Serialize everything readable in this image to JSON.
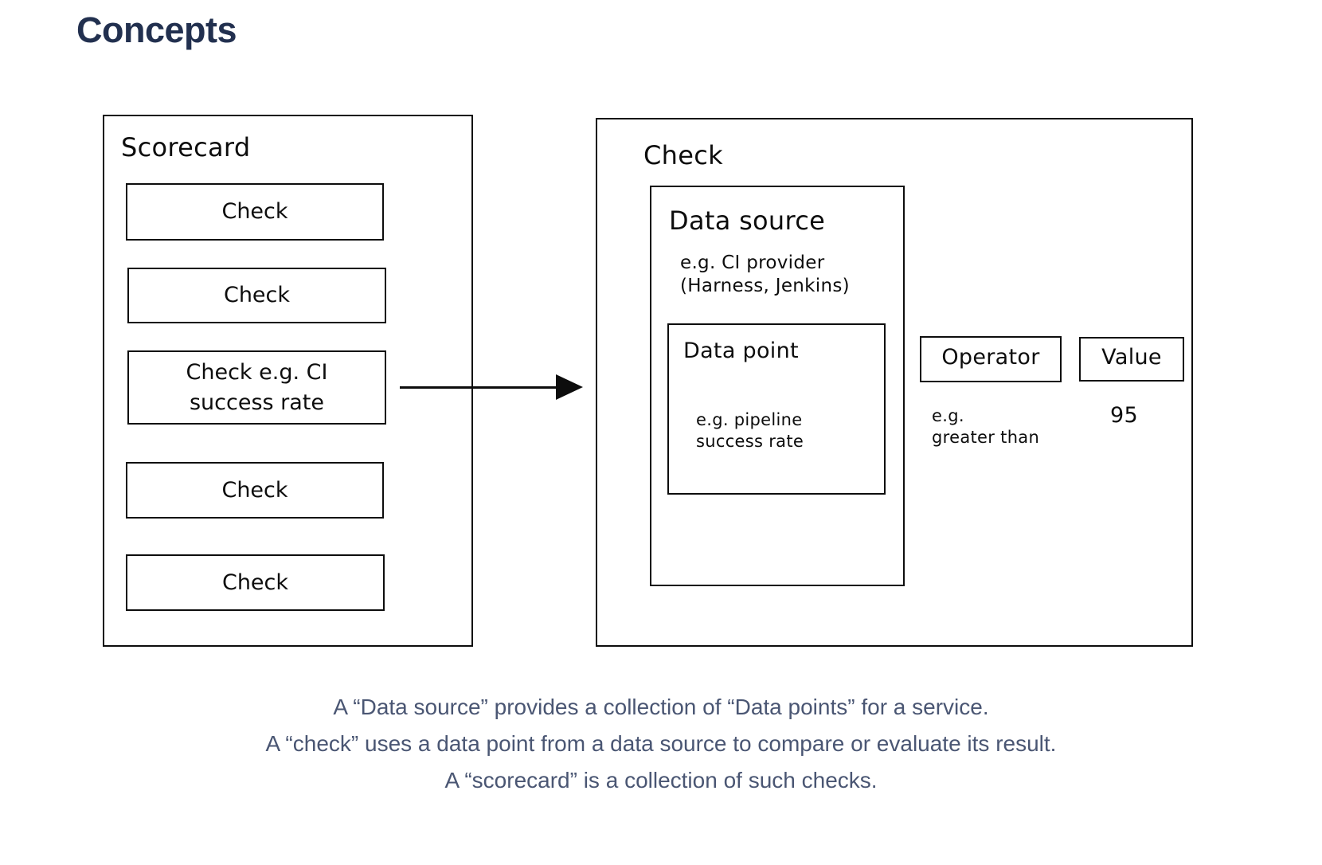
{
  "page": {
    "title": "Concepts",
    "title_color": "#22304f",
    "caption_color": "#4a5673",
    "stroke_color": "#0d0d0d",
    "background": "#ffffff"
  },
  "scorecard": {
    "title": "Scorecard",
    "checks": [
      {
        "label": "Check"
      },
      {
        "label": "Check"
      },
      {
        "label": "Check e.g. CI\nsuccess rate"
      },
      {
        "label": "Check"
      },
      {
        "label": "Check"
      }
    ]
  },
  "arrow": {
    "name": "scorecard-to-check-arrow"
  },
  "check": {
    "title": "Check",
    "data_source": {
      "title": "Data source",
      "note": "e.g. CI provider\n(Harness, Jenkins)",
      "data_point": {
        "title": "Data point",
        "note": "e.g. pipeline\nsuccess rate"
      }
    },
    "operator": {
      "label": "Operator",
      "note": "e.g.\ngreater than"
    },
    "value": {
      "label": "Value",
      "note": "95"
    }
  },
  "caption": {
    "line1": "A “Data source” provides a collection of “Data points” for a service.",
    "line2": "A “check” uses a data point from a data source to compare or evaluate its result.",
    "line3": "A “scorecard” is a collection of such checks."
  }
}
